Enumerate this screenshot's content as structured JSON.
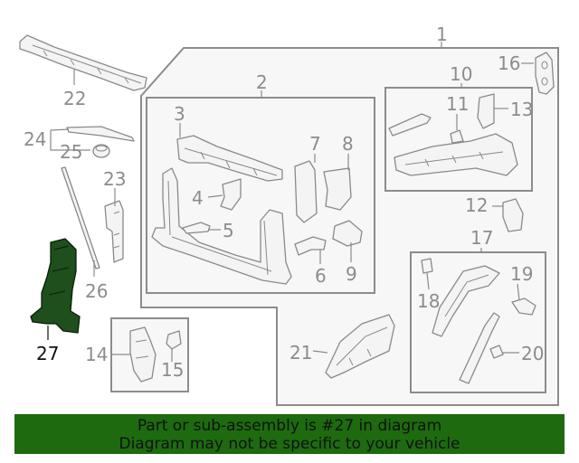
{
  "labels": {
    "n1": "1",
    "n2": "2",
    "n3": "3",
    "n4": "4",
    "n5": "5",
    "n6": "6",
    "n7": "7",
    "n8": "8",
    "n9": "9",
    "n10": "10",
    "n11": "11",
    "n12": "12",
    "n13": "13",
    "n14": "14",
    "n15": "15",
    "n16": "16",
    "n17": "17",
    "n18": "18",
    "n19": "19",
    "n20": "20",
    "n21": "21",
    "n22": "22",
    "n23": "23",
    "n24": "24",
    "n25": "25",
    "n26": "26",
    "n27": "27"
  },
  "highlight_part": "27",
  "colors": {
    "highlight_fill": "#1e4f1c",
    "banner_bg": "#1d6b0e",
    "callout_gray": "#8c8c8c"
  },
  "banner": {
    "line1": "Part or sub-assembly is #27 in diagram",
    "line2": "Diagram may not be specific to your vehicle"
  }
}
